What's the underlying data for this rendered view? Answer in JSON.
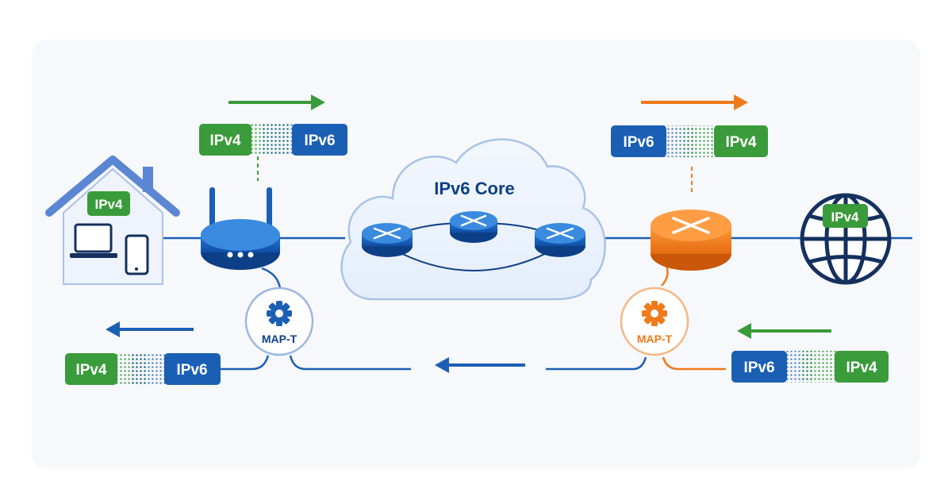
{
  "labels": {
    "ipv4": "IPv4",
    "ipv6": "IPv6",
    "core": "IPv6 Core",
    "mapt": "MAP-T"
  },
  "colors": {
    "green": "#3a9b3a",
    "blue": "#1b5fb5",
    "blue_dark": "#0d3f86",
    "orange": "#ef7a1a",
    "navy": "#14305e",
    "house": "#5b86d3"
  },
  "icons": [
    "house-icon",
    "laptop-icon",
    "phone-icon",
    "router-icon",
    "gear-icon",
    "cloud-icon",
    "globe-icon",
    "arrow-right-icon",
    "arrow-left-icon"
  ]
}
